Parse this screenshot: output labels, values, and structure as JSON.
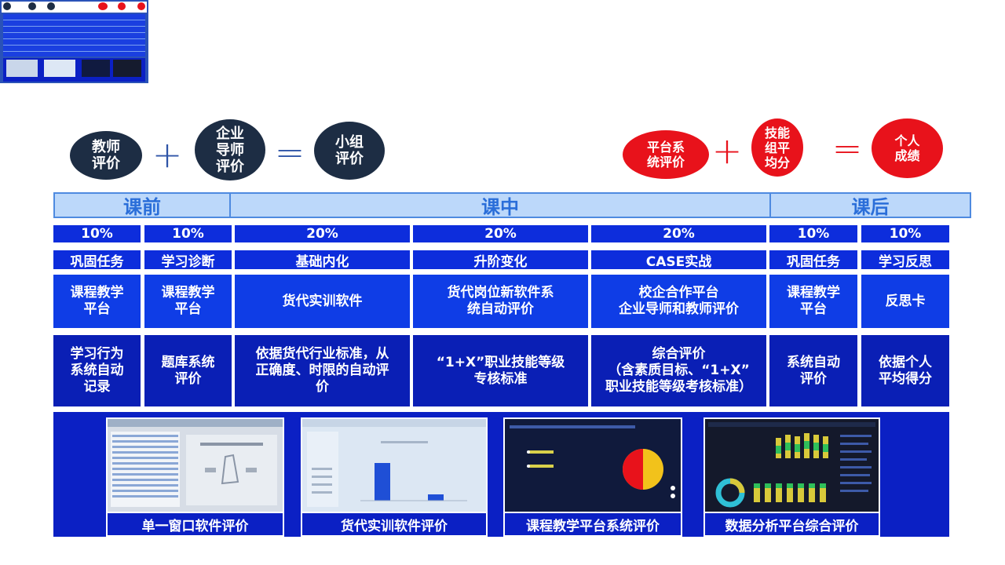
{
  "formula_left": {
    "items": [
      {
        "label": "教师\n评价"
      },
      {
        "label": "企业\n导师\n评价"
      },
      {
        "label": "小组\n评价"
      }
    ],
    "plus": "+",
    "equals": "="
  },
  "formula_right": {
    "items": [
      {
        "label": "平台系\n统评价"
      },
      {
        "label": "技能\n组平\n均分"
      },
      {
        "label": "个人\n成绩"
      }
    ],
    "plus": "+",
    "equals": "="
  },
  "phases": [
    {
      "label": "课前"
    },
    {
      "label": "课中"
    },
    {
      "label": "课后"
    }
  ],
  "columns": [
    {
      "weight": "10%",
      "task": "巩固任务",
      "platform": "课程教学\n平台",
      "method": "学习行为\n系统自动\n记录"
    },
    {
      "weight": "10%",
      "task": "学习诊断",
      "platform": "课程教学\n平台",
      "method": "题库系统\n评价"
    },
    {
      "weight": "20%",
      "task": "基础内化",
      "platform": "货代实训软件",
      "method": "依据货代行业标准，从\n正确度、时限的自动评\n价"
    },
    {
      "weight": "20%",
      "task": "升阶变化",
      "platform": "货代岗位新软件系\n统自动评价",
      "method": "“1+X”职业技能等级\n专核标准"
    },
    {
      "weight": "20%",
      "task": "CASE实战",
      "platform": "校企合作平台\n企业导师和教师评价",
      "method": "综合评价\n（含素质目标、“1+X”\n职业技能等级考核标准）"
    },
    {
      "weight": "10%",
      "task": "巩固任务",
      "platform": "课程教学\n平台",
      "method": "系统自动\n评价"
    },
    {
      "weight": "10%",
      "task": "学习反思",
      "platform": "反思卡",
      "method": "依据个人\n平均得分"
    }
  ],
  "screenshots": [
    {
      "label": "单一窗口软件评价"
    },
    {
      "label": "货代实训软件评价"
    },
    {
      "label": "课程教学平台系统评价"
    },
    {
      "label": "数据分析平台综合评价"
    }
  ],
  "colors": {
    "dark_circle": "#1d2d44",
    "red_circle": "#e8121b",
    "cell_blue": "#0d2ddc",
    "phase_bg": "#bcd8fa"
  }
}
